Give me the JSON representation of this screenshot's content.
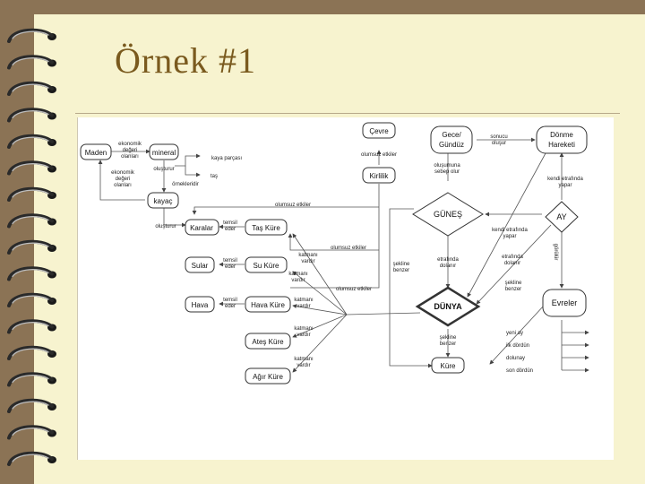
{
  "slide": {
    "title": "Örnek #1",
    "colors": {
      "paper": "#f7f3cf",
      "frame": "#8b7355",
      "title": "#7a5a1e"
    }
  },
  "nodes": {
    "maden": "Maden",
    "mineral": "mineral",
    "kayac": "kayaç",
    "karalar": "Karalar",
    "sular": "Sular",
    "hava": "Hava",
    "tas_kure": "Taş Küre",
    "su_kure": "Su Küre",
    "hava_kure": "Hava Küre",
    "ates_kure": "Ateş Küre",
    "agir_kure": "Ağır Küre",
    "cevre": "Çevre",
    "kirlilik": "Kirlilik",
    "gece_gunduz_1": "Gece/",
    "gece_gunduz_2": "Gündüz",
    "donme_1": "Dönme",
    "donme_2": "Hareketi",
    "gunes": "GÜNEŞ",
    "ay": "AY",
    "dunya": "DÜNYA",
    "evreler": "Evreler",
    "kure": "Küre"
  },
  "labels": {
    "ekonomik_degeri_1": "ekonomik",
    "ekonomik_degeri_2": "değeri",
    "ekonomik_degeri_3": "olanları",
    "olusturur_1": "oluşturur",
    "ornekleridir": "örnekleridir",
    "kaya_parcasi": "kaya parçası",
    "tas": "taş",
    "olusturur_2": "oluşturur",
    "temsil_1": "temsil",
    "eder_1": "eder",
    "temsil_2": "temsil",
    "eder_2": "eder",
    "temsil_3": "temsil",
    "eder_3": "eder",
    "olumsuz_1": "olumsuz etkiler",
    "olumsuz_2": "olumsuz etkiler",
    "olumsuz_3": "olumsuz etkiler",
    "olumsuz_4": "olumsuz etkiler",
    "katmani_1a": "katmanı",
    "katmani_1b": "vardır",
    "katmani_2a": "katmanı",
    "katmani_2b": "vardır",
    "katmani_3a": "katmanı",
    "katmani_3b": "vardır",
    "katmani_4a": "katmanı",
    "katmani_4b": "vardır",
    "katmani_5a": "katmanı",
    "katmani_5b": "vardır",
    "olusumuna_1": "oluşumuna",
    "olusumuna_2": "sebep olur",
    "sonucu_1": "sonucu",
    "sonucu_2": "oluşur",
    "kendi_1a": "kendi etrafında",
    "kendi_1b": "yapar",
    "kendi_2a": "kendi etrafında",
    "kendi_2b": "yapar",
    "etrafinda_1a": "etrafında",
    "etrafinda_1b": "dolanır",
    "etrafinda_2a": "etrafında",
    "etrafinda_2b": "dolanır",
    "sekline_1a": "şekline",
    "sekline_1b": "benzer",
    "sekline_2a": "şekline",
    "sekline_2b": "benzer",
    "sekline_3a": "şekline",
    "sekline_3b": "benzer",
    "gorulur": "görülür",
    "yeni_ay": "yeni ay",
    "ilk_dordun": "ilk dördün",
    "dolunay": "dolunay",
    "son_dordun": "son dördün"
  }
}
